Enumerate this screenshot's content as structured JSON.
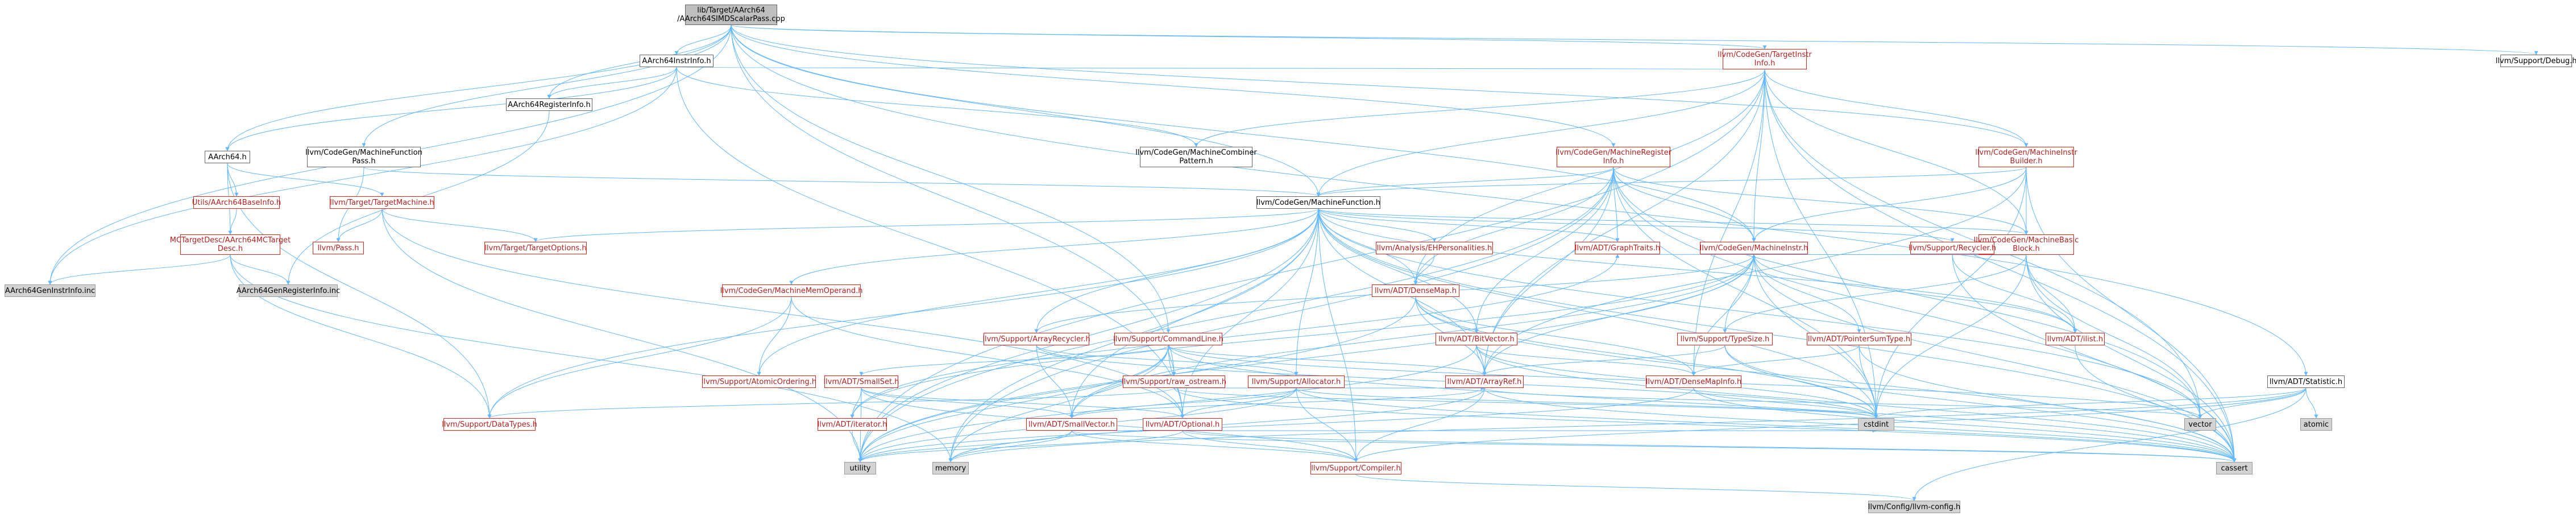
{
  "nodes": {
    "root": "lib/Target/AArch64\n/AArch64SIMDScalarPass.cpp",
    "aarch64instrinfo": "AArch64InstrInfo.h",
    "aarch64reginfo": "AArch64RegisterInfo.h",
    "aarch64": "AArch64.h",
    "utils_baseinfo": "Utils/AArch64BaseInfo.h",
    "mctargetdesc": "MCTargetDesc/AArch64MCTarget\nDesc.h",
    "genreginfo": "AArch64GenRegisterInfo.inc",
    "geninstrinfo": "AArch64GenInstrInfo.inc",
    "targetmachine": "llvm/Target/TargetMachine.h",
    "pass": "llvm/Pass.h",
    "targetoptions": "llvm/Target/TargetOptions.h",
    "machinefunctionpass": "llvm/CodeGen/MachineFunction\nPass.h",
    "machinecombiner": "llvm/CodeGen/MachineCombiner\nPattern.h",
    "targetinstrinfo": "llvm/CodeGen/TargetInstr\nInfo.h",
    "machinefunction": "llvm/CodeGen/MachineFunction.h",
    "machineregisterinfo": "llvm/CodeGen/MachineRegister\nInfo.h",
    "machineinstrbuilder": "llvm/CodeGen/MachineInstr\nBuilder.h",
    "machinebasicblock": "llvm/CodeGen/MachineBasic\nBlock.h",
    "machineinstr": "llvm/CodeGen/MachineInstr.h",
    "machinememoperand": "llvm/CodeGen/MachineMemOperand.h",
    "ehpersonalities": "llvm/Analysis/EHPersonalities.h",
    "densemap": "llvm/ADT/DenseMap.h",
    "graphtraits": "llvm/ADT/GraphTraits.h",
    "recycler": "llvm/Support/Recycler.h",
    "arrayrecycler": "llvm/Support/ArrayRecycler.h",
    "commandline": "llvm/Support/CommandLine.h",
    "bitvector": "llvm/ADT/BitVector.h",
    "typesize": "llvm/Support/TypeSize.h",
    "pointersumtype": "llvm/ADT/PointerSumType.h",
    "ilist": "llvm/ADT/ilist.h",
    "atomicordering": "llvm/Support/AtomicOrdering.h",
    "smallset": "llvm/ADT/SmallSet.h",
    "raw_ostream": "llvm/Support/raw_ostream.h",
    "allocator": "llvm/Support/Allocator.h",
    "arrayref": "llvm/ADT/ArrayRef.h",
    "densemapinfo": "llvm/ADT/DenseMapInfo.h",
    "datatypes": "llvm/Support/DataTypes.h",
    "iterator": "llvm/ADT/iterator.h",
    "smallvector": "llvm/ADT/SmallVector.h",
    "optional": "llvm/ADT/Optional.h",
    "compiler": "llvm/Support/Compiler.h",
    "llvmconfig": "llvm/Config/llvm-config.h",
    "utility": "utility",
    "memory": "memory",
    "cstdint": "cstdint",
    "vector": "vector",
    "cassert": "cassert",
    "statistic": "llvm/ADT/Statistic.h",
    "atomic": "atomic",
    "debug": "llvm/Support/Debug.h"
  },
  "colors": {
    "edge": "#63b8ff",
    "node_border": "#666666",
    "node_red_border": "#e2231a",
    "gray_fill": "#d3d3d3",
    "root_fill": "#bfbfbf"
  },
  "edges": [
    [
      "root",
      "aarch64instrinfo"
    ],
    [
      "root",
      "aarch64reginfo"
    ],
    [
      "root",
      "aarch64"
    ],
    [
      "root",
      "machinefunctionpass"
    ],
    [
      "root",
      "machinefunction"
    ],
    [
      "root",
      "machineinstr"
    ],
    [
      "root",
      "machineinstrbuilder"
    ],
    [
      "root",
      "machineregisterinfo"
    ],
    [
      "root",
      "targetinstrinfo"
    ],
    [
      "root",
      "statistic"
    ],
    [
      "root",
      "debug"
    ],
    [
      "root",
      "raw_ostream"
    ],
    [
      "root",
      "commandline"
    ],
    [
      "root",
      "geninstrinfo"
    ],
    [
      "aarch64instrinfo",
      "aarch64"
    ],
    [
      "aarch64instrinfo",
      "aarch64reginfo"
    ],
    [
      "aarch64instrinfo",
      "machinecombiner"
    ],
    [
      "aarch64instrinfo",
      "targetinstrinfo"
    ],
    [
      "aarch64instrinfo",
      "geninstrinfo"
    ],
    [
      "aarch64instrinfo",
      "optional"
    ],
    [
      "aarch64reginfo",
      "genreginfo"
    ],
    [
      "aarch64",
      "utils_baseinfo"
    ],
    [
      "aarch64",
      "mctargetdesc"
    ],
    [
      "aarch64",
      "targetmachine"
    ],
    [
      "aarch64",
      "datatypes"
    ],
    [
      "utils_baseinfo",
      "mctargetdesc"
    ],
    [
      "mctargetdesc",
      "genreginfo"
    ],
    [
      "mctargetdesc",
      "geninstrinfo"
    ],
    [
      "mctargetdesc",
      "datatypes"
    ],
    [
      "mctargetdesc",
      "memory"
    ],
    [
      "targetmachine",
      "pass"
    ],
    [
      "targetmachine",
      "targetoptions"
    ],
    [
      "targetmachine",
      "optional"
    ],
    [
      "targetmachine",
      "utility"
    ],
    [
      "machinefunctionpass",
      "machinefunction"
    ],
    [
      "machinefunctionpass",
      "pass"
    ],
    [
      "targetinstrinfo",
      "machinecombiner"
    ],
    [
      "targetinstrinfo",
      "machinefunction"
    ],
    [
      "targetinstrinfo",
      "machinebasicblock"
    ],
    [
      "targetinstrinfo",
      "machineinstr"
    ],
    [
      "targetinstrinfo",
      "densemap"
    ],
    [
      "targetinstrinfo",
      "machineinstrbuilder"
    ],
    [
      "targetinstrinfo",
      "arrayref"
    ],
    [
      "targetinstrinfo",
      "cassert"
    ],
    [
      "targetinstrinfo",
      "cstdint"
    ],
    [
      "targetinstrinfo",
      "utility"
    ],
    [
      "targetinstrinfo",
      "vector"
    ],
    [
      "targetinstrinfo",
      "densemapinfo"
    ],
    [
      "machineregisterinfo",
      "machinefunction"
    ],
    [
      "machineregisterinfo",
      "machinebasicblock"
    ],
    [
      "machineregisterinfo",
      "machineinstr"
    ],
    [
      "machineregisterinfo",
      "bitvector"
    ],
    [
      "machineregisterinfo",
      "arrayref"
    ],
    [
      "machineregisterinfo",
      "densemap"
    ],
    [
      "machineregisterinfo",
      "graphtraits"
    ],
    [
      "machineregisterinfo",
      "cassert"
    ],
    [
      "machineregisterinfo",
      "cstdint"
    ],
    [
      "machineregisterinfo",
      "memory"
    ],
    [
      "machineregisterinfo",
      "utility"
    ],
    [
      "machineregisterinfo",
      "vector"
    ],
    [
      "machineinstrbuilder",
      "machinefunction"
    ],
    [
      "machineinstrbuilder",
      "machinebasicblock"
    ],
    [
      "machineinstrbuilder",
      "machineinstr"
    ],
    [
      "machineinstrbuilder",
      "arrayref"
    ],
    [
      "machineinstrbuilder",
      "cassert"
    ],
    [
      "machineinstrbuilder",
      "cstdint"
    ],
    [
      "machinefunction",
      "machinebasicblock"
    ],
    [
      "machinefunction",
      "machinememoperand"
    ],
    [
      "machinefunction",
      "ehpersonalities"
    ],
    [
      "machinefunction",
      "densemap"
    ],
    [
      "machinefunction",
      "graphtraits"
    ],
    [
      "machinefunction",
      "recycler"
    ],
    [
      "machinefunction",
      "arrayrecycler"
    ],
    [
      "machinefunction",
      "bitvector"
    ],
    [
      "machinefunction",
      "ilist"
    ],
    [
      "machinefunction",
      "smallvector"
    ],
    [
      "machinefunction",
      "allocator"
    ],
    [
      "machinefunction",
      "arrayref"
    ],
    [
      "machinefunction",
      "compiler"
    ],
    [
      "machinefunction",
      "targetoptions"
    ],
    [
      "machinefunction",
      "atomicordering"
    ],
    [
      "machinefunction",
      "cassert"
    ],
    [
      "machinefunction",
      "cstdint"
    ],
    [
      "machinefunction",
      "memory"
    ],
    [
      "machinefunction",
      "utility"
    ],
    [
      "machinefunction",
      "vector"
    ],
    [
      "machinefunction",
      "optional"
    ],
    [
      "machinefunction",
      "datatypes"
    ],
    [
      "machinebasicblock",
      "machineinstr"
    ],
    [
      "machinebasicblock",
      "graphtraits"
    ],
    [
      "machinebasicblock",
      "ilist"
    ],
    [
      "machinebasicblock",
      "typesize"
    ],
    [
      "machinebasicblock",
      "cassert"
    ],
    [
      "machinebasicblock",
      "cstdint"
    ],
    [
      "machinebasicblock",
      "vector"
    ],
    [
      "machineinstr",
      "densemapinfo"
    ],
    [
      "machineinstr",
      "pointersumtype"
    ],
    [
      "machineinstr",
      "ilist"
    ],
    [
      "machineinstr",
      "arrayrecycler"
    ],
    [
      "machineinstr",
      "typesize"
    ],
    [
      "machineinstr",
      "cassert"
    ],
    [
      "machineinstr",
      "cstdint"
    ],
    [
      "machineinstr",
      "utility"
    ],
    [
      "machineinstr",
      "arrayref"
    ],
    [
      "machineinstr",
      "iterator"
    ],
    [
      "machineinstr",
      "smallvector"
    ],
    [
      "machinememoperand",
      "atomicordering"
    ],
    [
      "machinememoperand",
      "datatypes"
    ],
    [
      "machinememoperand",
      "optional"
    ],
    [
      "ehpersonalities",
      "densemap"
    ],
    [
      "densemap",
      "densemapinfo"
    ],
    [
      "densemap",
      "cstdint"
    ],
    [
      "densemap",
      "utility"
    ],
    [
      "densemap",
      "arrayref"
    ],
    [
      "densemap",
      "cassert"
    ],
    [
      "graphtraits",
      "iterator"
    ],
    [
      "recycler",
      "cassert"
    ],
    [
      "recycler",
      "ilist"
    ],
    [
      "arrayrecycler",
      "smallvector"
    ],
    [
      "arrayrecycler",
      "allocator"
    ],
    [
      "arrayrecycler",
      "cstdint"
    ],
    [
      "commandline",
      "raw_ostream"
    ],
    [
      "commandline",
      "smallvector"
    ],
    [
      "commandline",
      "arrayref"
    ],
    [
      "commandline",
      "optional"
    ],
    [
      "commandline",
      "smallset"
    ],
    [
      "commandline",
      "cassert"
    ],
    [
      "commandline",
      "utility"
    ],
    [
      "commandline",
      "vector"
    ],
    [
      "commandline",
      "memory"
    ],
    [
      "bitvector",
      "arrayref"
    ],
    [
      "bitvector",
      "densemapinfo"
    ],
    [
      "bitvector",
      "cassert"
    ],
    [
      "bitvector",
      "cstdint"
    ],
    [
      "bitvector",
      "utility"
    ],
    [
      "typesize",
      "arrayref"
    ],
    [
      "typesize",
      "cassert"
    ],
    [
      "typesize",
      "cstdint"
    ],
    [
      "pointersumtype",
      "densemapinfo"
    ],
    [
      "pointersumtype",
      "cassert"
    ],
    [
      "pointersumtype",
      "cstdint"
    ],
    [
      "ilist",
      "cassert"
    ],
    [
      "smallset",
      "smallvector"
    ],
    [
      "smallset",
      "iterator"
    ],
    [
      "smallset",
      "optional"
    ],
    [
      "smallset",
      "compiler"
    ],
    [
      "smallset",
      "utility"
    ],
    [
      "raw_ostream",
      "arrayref"
    ],
    [
      "raw_ostream",
      "datatypes"
    ],
    [
      "raw_ostream",
      "cassert"
    ],
    [
      "raw_ostream",
      "cstdint"
    ],
    [
      "allocator",
      "smallvector"
    ],
    [
      "allocator",
      "compiler"
    ],
    [
      "allocator",
      "cassert"
    ],
    [
      "allocator",
      "cstdint"
    ],
    [
      "allocator",
      "utility"
    ],
    [
      "allocator",
      "optional"
    ],
    [
      "arrayref",
      "smallvector"
    ],
    [
      "arrayref",
      "compiler"
    ],
    [
      "arrayref",
      "cassert"
    ],
    [
      "arrayref",
      "vector"
    ],
    [
      "arrayref",
      "memory"
    ],
    [
      "densemapinfo",
      "cassert"
    ],
    [
      "densemapinfo",
      "cstdint"
    ],
    [
      "densemapinfo",
      "utility"
    ],
    [
      "iterator",
      "utility"
    ],
    [
      "smallvector",
      "compiler"
    ],
    [
      "smallvector",
      "cassert"
    ],
    [
      "smallvector",
      "cstdint"
    ],
    [
      "smallvector",
      "memory"
    ],
    [
      "smallvector",
      "utility"
    ],
    [
      "optional",
      "compiler"
    ],
    [
      "optional",
      "utility"
    ],
    [
      "optional",
      "cassert"
    ],
    [
      "compiler",
      "llvmconfig"
    ],
    [
      "statistic",
      "llvmconfig"
    ],
    [
      "statistic",
      "compiler"
    ],
    [
      "statistic",
      "atomic"
    ],
    [
      "statistic",
      "memory"
    ],
    [
      "statistic",
      "vector"
    ],
    [
      "statistic",
      "cstdint"
    ]
  ]
}
